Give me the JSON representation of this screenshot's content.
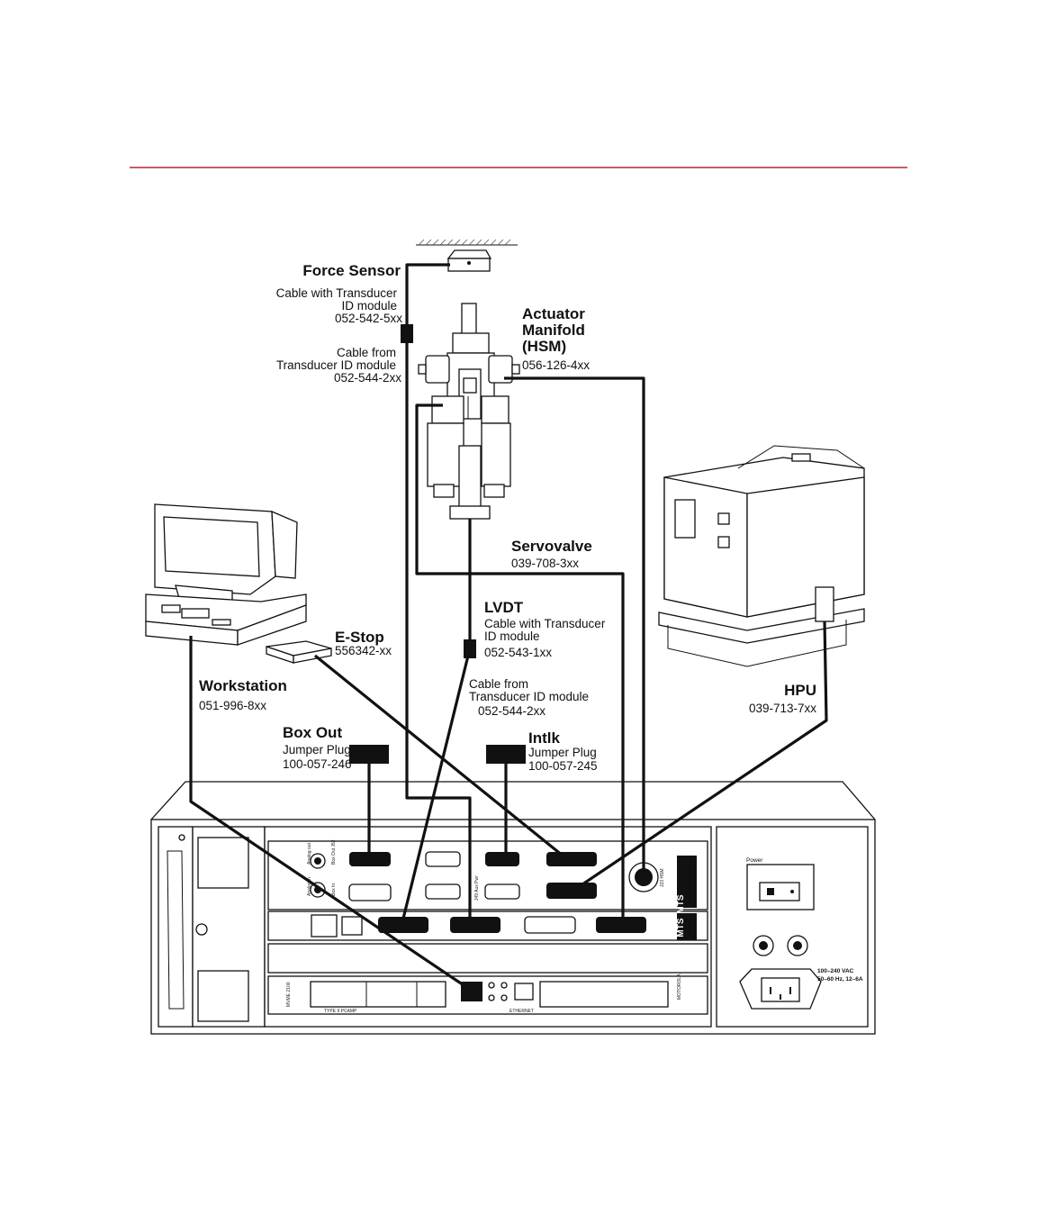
{
  "colors": {
    "rule": "#b0282a",
    "ink": "#111111"
  },
  "labels": {
    "force_sensor": {
      "title": "Force Sensor",
      "line1": "Cable with Transducer",
      "line2": "ID module",
      "part": "052-542-5xx"
    },
    "force_cable2": {
      "line1": "Cable from",
      "line2": "Transducer ID module",
      "part": "052-544-2xx"
    },
    "actuator": {
      "title1": "Actuator",
      "title2": "Manifold",
      "title3": "(HSM)",
      "part": "056-126-4xx"
    },
    "servovalve": {
      "title": "Servovalve",
      "part": "039-708-3xx"
    },
    "lvdt": {
      "title": "LVDT",
      "line1": "Cable with Transducer",
      "line2": "ID module",
      "part": "052-543-1xx"
    },
    "lvdt_cable2": {
      "line1": "Cable from",
      "line2": "Transducer ID module",
      "part": "052-544-2xx"
    },
    "estop": {
      "title": "E-Stop",
      "part": "556342-xx"
    },
    "workstation": {
      "title": "Workstation",
      "part": "051-996-8xx"
    },
    "hpu": {
      "title": "HPU",
      "part": "039-713-7xx"
    },
    "box_out": {
      "title": "Box Out",
      "line1": "Jumper Plug",
      "part": "100-057-246"
    },
    "intlk": {
      "title": "Intlk",
      "line1": "Jumper Plug",
      "part": "100-057-245"
    }
  },
  "chassis": {
    "power_label": "Power",
    "voltage": "100–240 VAC",
    "frequency": "50–60 Hz, 12–6A",
    "brand": "MTS",
    "panel_text": {
      "analog_out": "Analog out",
      "box_out_j52": "Box Out J52",
      "analog_in": "Analog in",
      "box_in": "Box In",
      "j23_hsm": "J23 HSM",
      "j49_aux_pwr": "J49 Aux Pwr",
      "type_pcamp": "TYPE II PCAMP",
      "ethernet": "ETHERNET",
      "motorola": "MOTOROLA",
      "mvme": "MVME 2100"
    }
  }
}
